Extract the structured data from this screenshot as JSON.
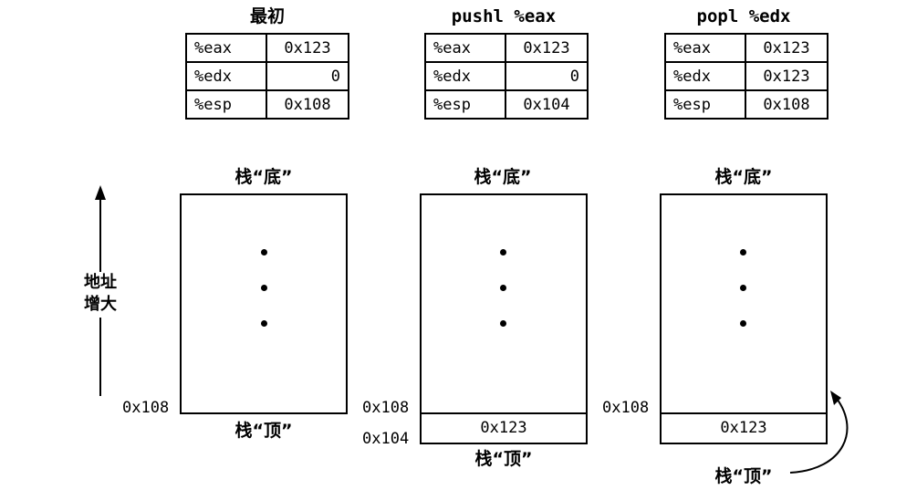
{
  "panels": [
    {
      "title": "最初",
      "registers": [
        {
          "name": "%eax",
          "value": "0x123"
        },
        {
          "name": "%edx",
          "value": "0"
        },
        {
          "name": "%esp",
          "value": "0x108"
        }
      ],
      "stack_bottom_label": "栈“底”",
      "stack_top_label": "栈“顶”",
      "addresses": [
        "0x108"
      ],
      "cells": []
    },
    {
      "title": "pushl %eax",
      "registers": [
        {
          "name": "%eax",
          "value": "0x123"
        },
        {
          "name": "%edx",
          "value": "0"
        },
        {
          "name": "%esp",
          "value": "0x104"
        }
      ],
      "stack_bottom_label": "栈“底”",
      "stack_top_label": "栈“顶”",
      "addresses": [
        "0x108",
        "0x104"
      ],
      "cells": [
        "0x123"
      ]
    },
    {
      "title": "popl %edx",
      "registers": [
        {
          "name": "%eax",
          "value": "0x123"
        },
        {
          "name": "%edx",
          "value": "0x123"
        },
        {
          "name": "%esp",
          "value": "0x108"
        }
      ],
      "stack_bottom_label": "栈“底”",
      "stack_top_label": "栈“顶”",
      "addresses": [
        "0x108"
      ],
      "cells": [
        "0x123"
      ]
    }
  ],
  "axis": {
    "line1": "地址",
    "line2": "增大"
  }
}
